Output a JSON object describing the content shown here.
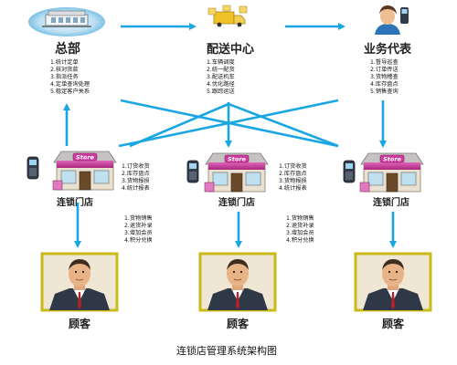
{
  "caption": "连锁店管理系统架构图",
  "hq": {
    "title": "总部",
    "items": [
      "1.统计定单",
      "2.核对货款",
      "3.指派任务",
      "4.定单查询处理",
      "5.稳定客户关系"
    ],
    "icon": "hq-building-icon"
  },
  "dist": {
    "title": "配送中心",
    "items": [
      "1.车辆调度",
      "2.统一配货",
      "3.配送机车",
      "4.优化路径",
      "5.跟踪运送"
    ],
    "icon": "delivery-truck-icon"
  },
  "agent": {
    "title": "业务代表",
    "items": [
      "1.督导巡查",
      "2.订单传送",
      "3.货物稽查",
      "4.库存盘点",
      "5.销售查询"
    ],
    "icon": "sales-rep-icon"
  },
  "store": {
    "label": "连锁门店",
    "sign": "Store",
    "items": [
      "1.订货收货",
      "2.库存盘点",
      "3.货物报损",
      "4.统计报表"
    ],
    "icon": "store-icon"
  },
  "pos_items": [
    "1.货物销售",
    "2.退货补录",
    "3.增加会员",
    "4.积分兑换"
  ],
  "customer": {
    "label": "顾客",
    "icon": "customer-portrait-icon"
  },
  "colors": {
    "arrow": "#19a6e3",
    "hq_title": "#222222",
    "store_awning": "#c2389a",
    "frame": "#d4c400"
  }
}
